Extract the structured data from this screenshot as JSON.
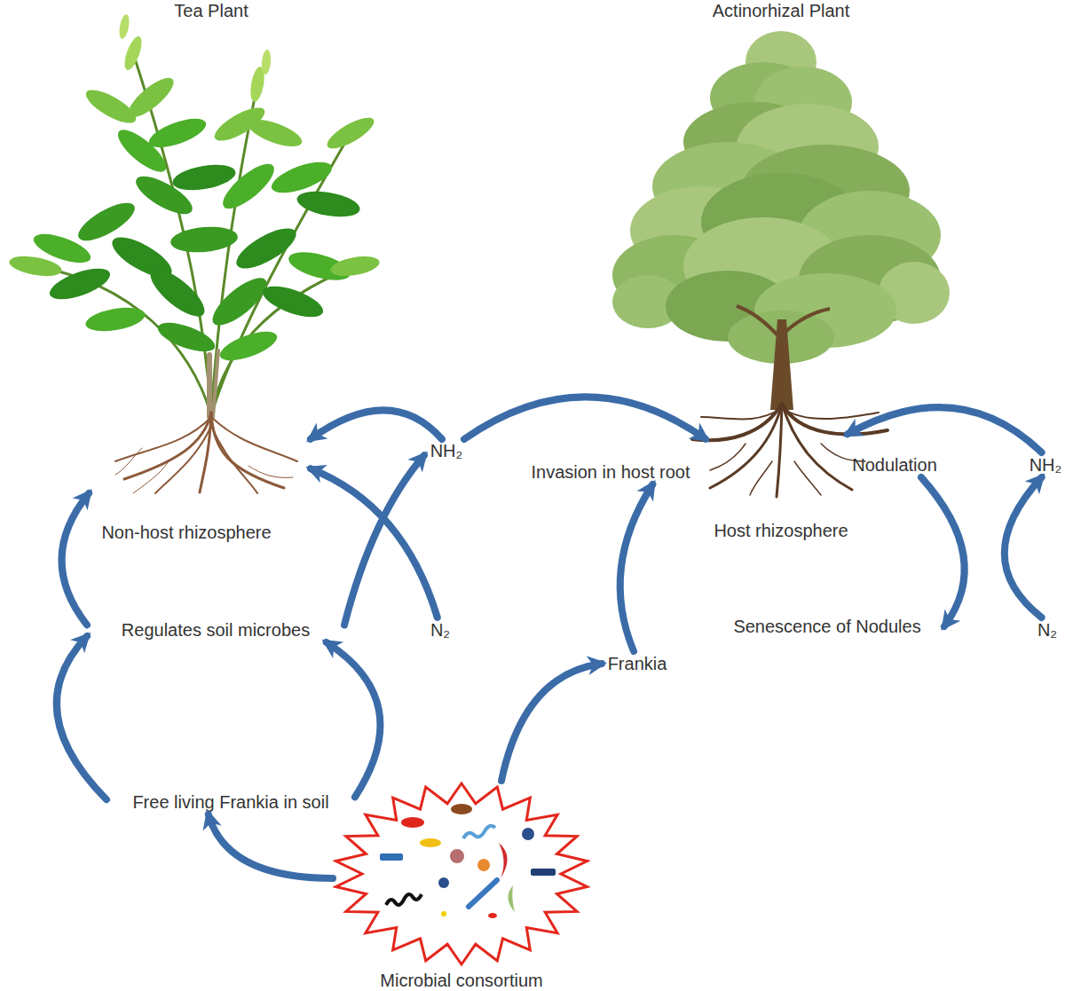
{
  "diagram": {
    "nodes": [
      {
        "text": [
          "Tea Plant"
        ]
      },
      {
        "text": [
          "Actinorhizal Plant"
        ]
      },
      {
        "text": [
          "NH₂"
        ]
      },
      {
        "text": [
          "Invasion in host root"
        ]
      },
      {
        "text": [
          "Nodulation"
        ]
      },
      {
        "text": [
          "NH₂"
        ]
      },
      {
        "text": [
          "Regulates soil microbes"
        ]
      },
      {
        "text": [
          "N₂"
        ]
      },
      {
        "text": [
          "Senescence of Nodules"
        ]
      },
      {
        "text": [
          "N₂"
        ]
      },
      {
        "text": [
          "Frankia"
        ]
      },
      {
        "text": [
          "Free living Frankia in soil"
        ]
      },
      {
        "text": [
          "Microbial consortium"
        ]
      }
    ],
    "edges": [
      {
        "from": 6,
        "to": 0,
        "arrow": "to"
      },
      {
        "from": 2,
        "to": 0,
        "arrow": "to"
      },
      {
        "from": 2,
        "to": 1,
        "arrow": "to"
      },
      {
        "from": 6,
        "to": 2,
        "arrow": "to"
      },
      {
        "from": 7,
        "to": 0,
        "arrow": "to"
      },
      {
        "from": 5,
        "to": 1,
        "arrow": "to"
      },
      {
        "from": 4,
        "to": 8,
        "arrow": "to"
      },
      {
        "from": 9,
        "to": 5,
        "arrow": "to"
      },
      {
        "from": 10,
        "to": 3,
        "arrow": "to"
      },
      {
        "from": 12,
        "to": 10,
        "arrow": "to"
      },
      {
        "from": 12,
        "to": 11,
        "arrow": "to"
      },
      {
        "from": 11,
        "to": 6,
        "arrow": "to"
      },
      {
        "from": 11,
        "to": 6,
        "arrow": "to"
      }
    ],
    "labels": [
      "Non-host rhizosphere",
      "Host rhizosphere"
    ]
  }
}
